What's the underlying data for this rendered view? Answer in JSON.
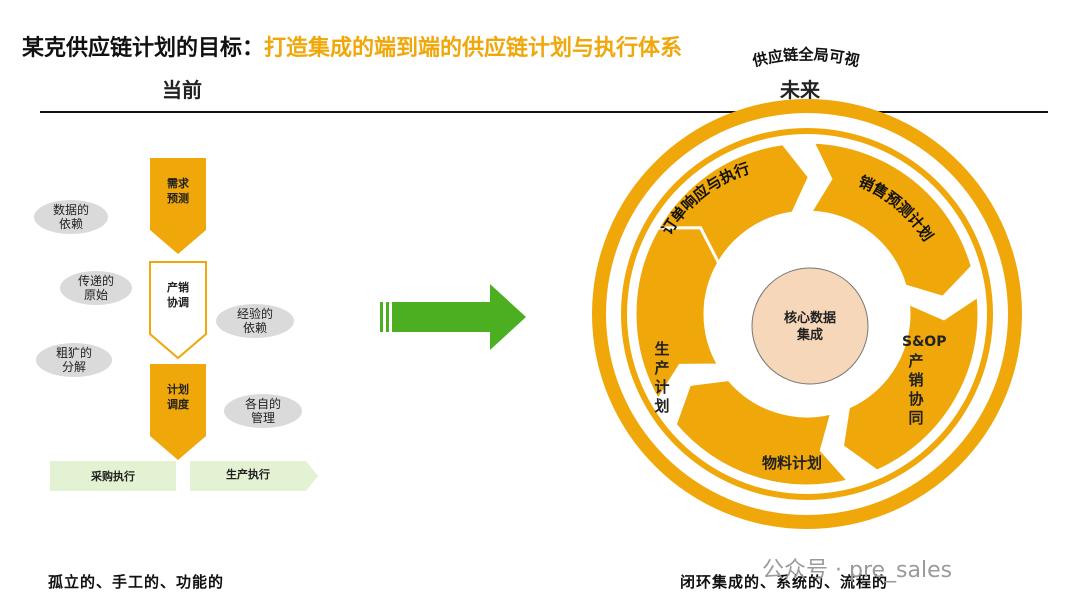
{
  "title": {
    "prefix": "某克供应链计划的目标：",
    "highlight": "打造集成的端到端的供应链计划与执行体系"
  },
  "current": {
    "heading": "当前",
    "stages": [
      {
        "label": "需求\n预测"
      },
      {
        "label": "产销\n协调"
      },
      {
        "label": "计划\n调度"
      }
    ],
    "clouds": [
      {
        "label": "数据的\n依赖"
      },
      {
        "label": "传递的\n原始"
      },
      {
        "label": "经验的\n依赖"
      },
      {
        "label": "粗犷的\n分解"
      },
      {
        "label": "各自的\n管理"
      }
    ],
    "execution": [
      {
        "label": "采购执行"
      },
      {
        "label": "生产执行"
      }
    ],
    "bottom": "孤立的、手工的、功能的"
  },
  "future": {
    "heading": "未来",
    "ring_label": "供应链全局可视",
    "segments": [
      {
        "label": "订单响应与执行"
      },
      {
        "label": "销售预测计划"
      },
      {
        "label": "S&OP产销协同"
      },
      {
        "label": "物料计划"
      },
      {
        "label": "生产计划"
      }
    ],
    "center": "核心数据\n集成",
    "bottom": "闭环集成的、系统的、流程的"
  },
  "watermark": "公众号 · pre_sales",
  "colors": {
    "accent": "#EFA70A",
    "arrow": "#4CAF22",
    "center_fill": "#F6D7B9",
    "exec_fill": "#E3F2D2"
  }
}
